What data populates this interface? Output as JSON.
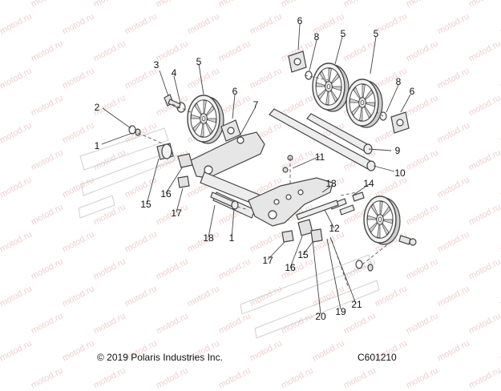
{
  "callouts": {
    "c1a": "1",
    "c1b": "1",
    "c2": "2",
    "c3": "3",
    "c4": "4",
    "c5a": "5",
    "c5b": "5",
    "c5c": "5",
    "c6a": "6",
    "c6b": "6",
    "c6c": "6",
    "c7": "7",
    "c8a": "8",
    "c8b": "8",
    "c9": "9",
    "c10": "10",
    "c11": "11",
    "c12": "12",
    "c13": "13",
    "c14": "14",
    "c15a": "15",
    "c15b": "15",
    "c16a": "16",
    "c16b": "16",
    "c17a": "17",
    "c17b": "17",
    "c18": "18",
    "c19": "19",
    "c20": "20",
    "c21": "21"
  },
  "watermark": "motod.ru",
  "footer": {
    "copyright": "© 2019 Polaris Industries Inc.",
    "diagram_code": "C601210"
  },
  "colors": {
    "line": "#444444",
    "part_fill": "#e6e6e6",
    "watermark": "#e3a8a8",
    "background": "#ffffff"
  }
}
